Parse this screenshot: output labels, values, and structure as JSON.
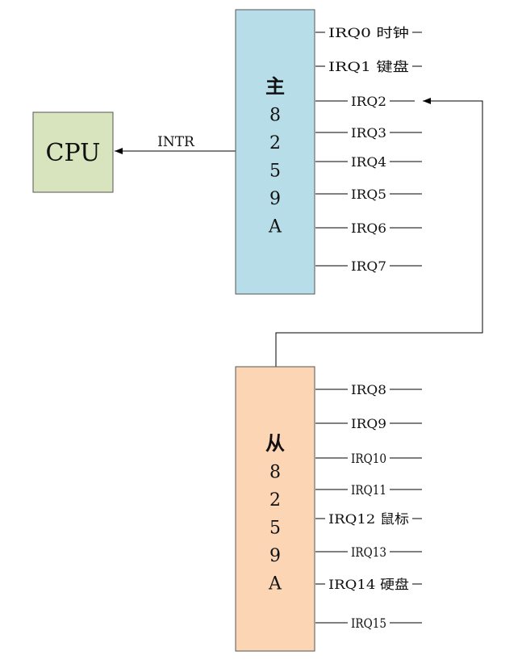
{
  "cpu": {
    "label": "CPU",
    "fill": "#d7e4bd"
  },
  "intr_label": "INTR",
  "master": {
    "chars": [
      "主",
      "8",
      "2",
      "5",
      "9",
      "A"
    ],
    "fill": "#b7dde8",
    "irqs": [
      "IRQ0 时钟",
      "IRQ1 键盘",
      "IRQ2",
      "IRQ3",
      "IRQ4",
      "IRQ5",
      "IRQ6",
      "IRQ7"
    ]
  },
  "slave": {
    "chars": [
      "从",
      "8",
      "2",
      "5",
      "9",
      "A"
    ],
    "fill": "#fcd5b5",
    "irqs": [
      "IRQ8",
      "IRQ9",
      "IRQ10",
      "IRQ11",
      "IRQ12 鼠标",
      "IRQ13",
      "IRQ14 硬盘",
      "IRQ15"
    ]
  },
  "stroke_color": "#000000"
}
